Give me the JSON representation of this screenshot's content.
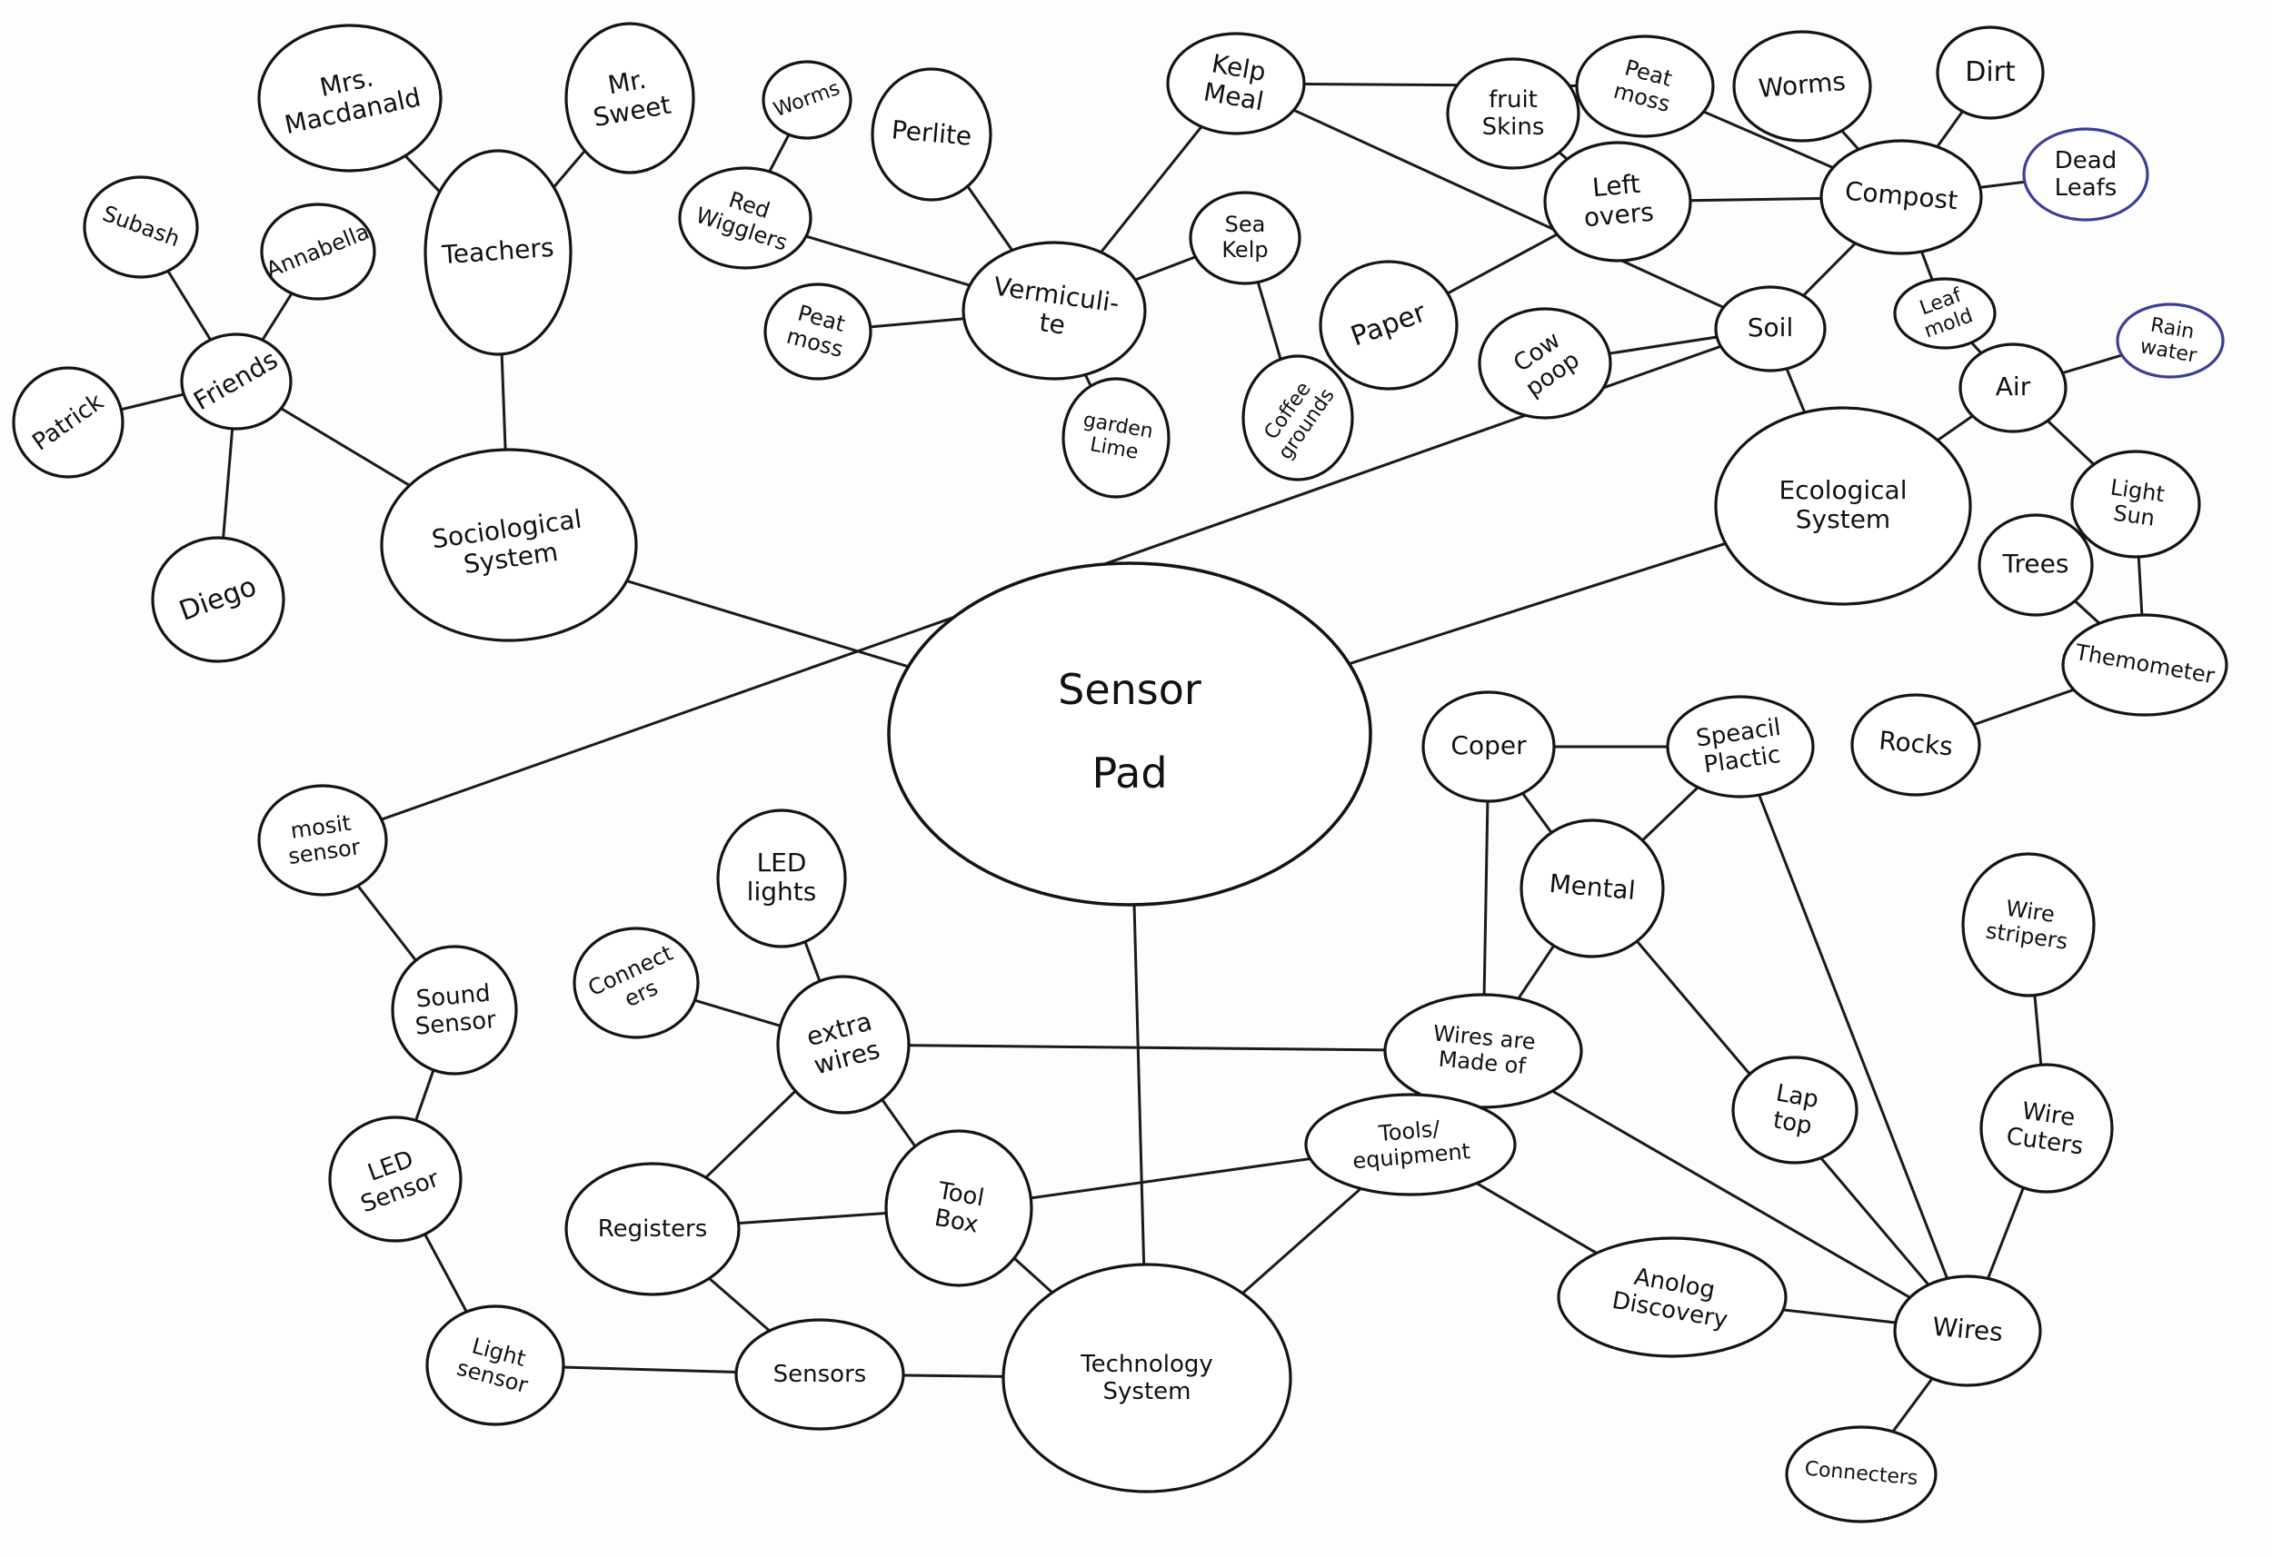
{
  "diagram": {
    "nodes": [
      {
        "id": "sensor-pad",
        "lines": [
          "Sensor",
          "Pad"
        ]
      },
      {
        "id": "sociological-system",
        "lines": [
          "Sociological",
          "System"
        ]
      },
      {
        "id": "teachers",
        "lines": [
          "Teachers"
        ]
      },
      {
        "id": "mrs-macdanald",
        "lines": [
          "Mrs.",
          "Macdanald"
        ]
      },
      {
        "id": "mr-sweet",
        "lines": [
          "Mr.",
          "Sweet"
        ]
      },
      {
        "id": "friends",
        "lines": [
          "Friends"
        ]
      },
      {
        "id": "subash",
        "lines": [
          "Subash"
        ]
      },
      {
        "id": "annabella",
        "lines": [
          "Annabella"
        ]
      },
      {
        "id": "patrick",
        "lines": [
          "Patrick"
        ]
      },
      {
        "id": "diego",
        "lines": [
          "Diego"
        ]
      },
      {
        "id": "worms-top",
        "lines": [
          "Worms"
        ]
      },
      {
        "id": "red-wigglers",
        "lines": [
          "Red",
          "Wigglers"
        ]
      },
      {
        "id": "perlite",
        "lines": [
          "Perlite"
        ]
      },
      {
        "id": "kelp-meal",
        "lines": [
          "Kelp",
          "Meal"
        ]
      },
      {
        "id": "vermiculite",
        "lines": [
          "Vermiculi-",
          "te"
        ]
      },
      {
        "id": "peat-moss-left",
        "lines": [
          "Peat",
          "moss"
        ]
      },
      {
        "id": "sea-kelp",
        "lines": [
          "Sea",
          "Kelp"
        ]
      },
      {
        "id": "garden-lime",
        "lines": [
          "garden",
          "Lime"
        ]
      },
      {
        "id": "coffee-grounds",
        "lines": [
          "Coffee",
          "grounds"
        ]
      },
      {
        "id": "peat-moss-right",
        "lines": [
          "Peat",
          "moss"
        ]
      },
      {
        "id": "fruit-skins",
        "lines": [
          "fruit",
          "Skins"
        ]
      },
      {
        "id": "left-overs",
        "lines": [
          "Left",
          "overs"
        ]
      },
      {
        "id": "paper",
        "lines": [
          "Paper"
        ]
      },
      {
        "id": "cow-poop",
        "lines": [
          "Cow",
          "poop"
        ]
      },
      {
        "id": "soil",
        "lines": [
          "Soil"
        ]
      },
      {
        "id": "worms-right",
        "lines": [
          "Worms"
        ]
      },
      {
        "id": "dirt",
        "lines": [
          "Dirt"
        ]
      },
      {
        "id": "dead-leafs",
        "lines": [
          "Dead",
          "Leafs"
        ]
      },
      {
        "id": "compost",
        "lines": [
          "Compost"
        ]
      },
      {
        "id": "leaf-mold",
        "lines": [
          "Leaf",
          "mold"
        ]
      },
      {
        "id": "rain-water",
        "lines": [
          "Rain",
          "water"
        ]
      },
      {
        "id": "air",
        "lines": [
          "Air"
        ]
      },
      {
        "id": "ecological-system",
        "lines": [
          "Ecological",
          "System"
        ]
      },
      {
        "id": "light-sun",
        "lines": [
          "Light",
          "Sun"
        ]
      },
      {
        "id": "trees",
        "lines": [
          "Trees"
        ]
      },
      {
        "id": "themometer",
        "lines": [
          "Themometer"
        ]
      },
      {
        "id": "rocks",
        "lines": [
          "Rocks"
        ]
      },
      {
        "id": "mosit-sensor",
        "lines": [
          "mosit",
          "sensor"
        ]
      },
      {
        "id": "sound-sensor",
        "lines": [
          "Sound",
          "Sensor"
        ]
      },
      {
        "id": "led-sensor",
        "lines": [
          "LED",
          "Sensor"
        ]
      },
      {
        "id": "light-sensor",
        "lines": [
          "Light",
          "sensor"
        ]
      },
      {
        "id": "led-lights",
        "lines": [
          "LED",
          "lights"
        ]
      },
      {
        "id": "connecters-left",
        "lines": [
          "Connect",
          "ers"
        ]
      },
      {
        "id": "extra-wires",
        "lines": [
          "extra",
          "wires"
        ]
      },
      {
        "id": "registers",
        "lines": [
          "Registers"
        ]
      },
      {
        "id": "tool-box",
        "lines": [
          "Tool",
          "Box"
        ]
      },
      {
        "id": "sensors",
        "lines": [
          "Sensors"
        ]
      },
      {
        "id": "technology-system",
        "lines": [
          "Technology",
          "System"
        ]
      },
      {
        "id": "coper",
        "lines": [
          "Coper"
        ]
      },
      {
        "id": "speacil-plactic",
        "lines": [
          "Speacil",
          "Plactic"
        ]
      },
      {
        "id": "mental",
        "lines": [
          "Mental"
        ]
      },
      {
        "id": "wires-made-of",
        "lines": [
          "Wires are",
          "Made of"
        ]
      },
      {
        "id": "tools-equipment",
        "lines": [
          "Tools/",
          "equipment"
        ]
      },
      {
        "id": "lap-top",
        "lines": [
          "Lap",
          "top"
        ]
      },
      {
        "id": "anolog-discovery",
        "lines": [
          "Anolog",
          "Discovery"
        ]
      },
      {
        "id": "wire-stripers",
        "lines": [
          "Wire",
          "stripers"
        ]
      },
      {
        "id": "wire-cuters",
        "lines": [
          "Wire",
          "Cuters"
        ]
      },
      {
        "id": "wires",
        "lines": [
          "Wires"
        ]
      },
      {
        "id": "connecters-bottom",
        "lines": [
          "Connecters"
        ]
      }
    ],
    "edges": [
      [
        "sensor-pad",
        "sociological-system"
      ],
      [
        "sensor-pad",
        "ecological-system"
      ],
      [
        "sensor-pad",
        "technology-system"
      ],
      [
        "soil",
        "mosit-sensor"
      ],
      [
        "sociological-system",
        "teachers"
      ],
      [
        "sociological-system",
        "friends"
      ],
      [
        "teachers",
        "mrs-macdanald"
      ],
      [
        "teachers",
        "mr-sweet"
      ],
      [
        "friends",
        "subash"
      ],
      [
        "friends",
        "annabella"
      ],
      [
        "friends",
        "patrick"
      ],
      [
        "friends",
        "diego"
      ],
      [
        "vermiculite",
        "red-wigglers"
      ],
      [
        "red-wigglers",
        "worms-top"
      ],
      [
        "vermiculite",
        "perlite"
      ],
      [
        "vermiculite",
        "kelp-meal"
      ],
      [
        "vermiculite",
        "peat-moss-left"
      ],
      [
        "vermiculite",
        "sea-kelp"
      ],
      [
        "vermiculite",
        "garden-lime"
      ],
      [
        "sea-kelp",
        "coffee-grounds"
      ],
      [
        "kelp-meal",
        "peat-moss-right"
      ],
      [
        "kelp-meal",
        "soil"
      ],
      [
        "peat-moss-right",
        "compost"
      ],
      [
        "fruit-skins",
        "left-overs"
      ],
      [
        "left-overs",
        "paper"
      ],
      [
        "left-overs",
        "compost"
      ],
      [
        "cow-poop",
        "soil"
      ],
      [
        "soil",
        "compost"
      ],
      [
        "soil",
        "ecological-system"
      ],
      [
        "worms-right",
        "compost"
      ],
      [
        "dirt",
        "compost"
      ],
      [
        "dead-leafs",
        "compost"
      ],
      [
        "compost",
        "leaf-mold"
      ],
      [
        "leaf-mold",
        "air"
      ],
      [
        "rain-water",
        "air"
      ],
      [
        "air",
        "ecological-system"
      ],
      [
        "air",
        "light-sun"
      ],
      [
        "light-sun",
        "themometer"
      ],
      [
        "trees",
        "themometer"
      ],
      [
        "themometer",
        "rocks"
      ],
      [
        "mosit-sensor",
        "sound-sensor"
      ],
      [
        "sound-sensor",
        "led-sensor"
      ],
      [
        "led-sensor",
        "light-sensor"
      ],
      [
        "light-sensor",
        "sensors"
      ],
      [
        "sensors",
        "technology-system"
      ],
      [
        "sensors",
        "registers"
      ],
      [
        "registers",
        "tool-box"
      ],
      [
        "registers",
        "extra-wires"
      ],
      [
        "extra-wires",
        "led-lights"
      ],
      [
        "extra-wires",
        "connecters-left"
      ],
      [
        "extra-wires",
        "tool-box"
      ],
      [
        "extra-wires",
        "wires-made-of"
      ],
      [
        "tool-box",
        "technology-system"
      ],
      [
        "tool-box",
        "tools-equipment"
      ],
      [
        "tools-equipment",
        "technology-system"
      ],
      [
        "tools-equipment",
        "anolog-discovery"
      ],
      [
        "anolog-discovery",
        "wires"
      ],
      [
        "wires-made-of",
        "wires"
      ],
      [
        "wires-made-of",
        "coper"
      ],
      [
        "wires-made-of",
        "mental"
      ],
      [
        "coper",
        "speacil-plactic"
      ],
      [
        "coper",
        "mental"
      ],
      [
        "mental",
        "speacil-plactic"
      ],
      [
        "mental",
        "wires"
      ],
      [
        "speacil-plactic",
        "wires"
      ],
      [
        "wire-stripers",
        "wire-cuters"
      ],
      [
        "wire-cuters",
        "wires"
      ],
      [
        "wires",
        "connecters-bottom"
      ]
    ]
  }
}
